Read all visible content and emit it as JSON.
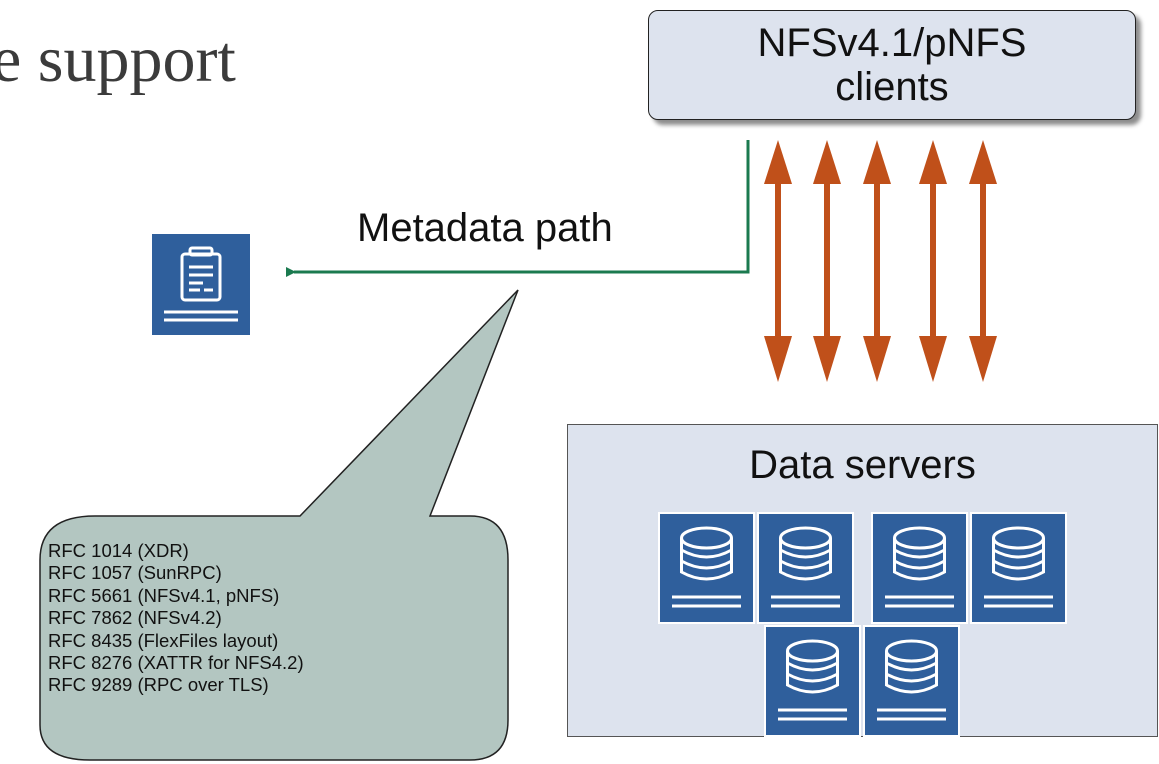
{
  "slide": {
    "title_fragment": "e support"
  },
  "clients": {
    "line1": "NFSv4.1/pNFS",
    "line2": "clients"
  },
  "metadata_path": {
    "label": "Metadata path"
  },
  "data_servers": {
    "title": "Data servers",
    "server_count": 6
  },
  "rfc_callout": {
    "items": [
      "RFC 1014 (XDR)",
      "RFC 1057 (SunRPC)",
      "RFC 5661 (NFSv4.1, pNFS)",
      "RFC 7862 (NFSv4.2)",
      "RFC 8435 (FlexFiles layout)",
      "RFC 8276 (XATTR for NFS4.2)",
      "RFC 9289 (RPC over TLS)"
    ]
  },
  "colors": {
    "metadata_arrow": "#1b7a4f",
    "data_arrows": "#c0501a",
    "icon_blue": "#2f5f9c",
    "box_fill": "#dde3ee",
    "callout_fill": "#b3c6c1"
  },
  "icons": {
    "metadata_server": "document-server-icon",
    "data_server": "database-server-icon"
  }
}
